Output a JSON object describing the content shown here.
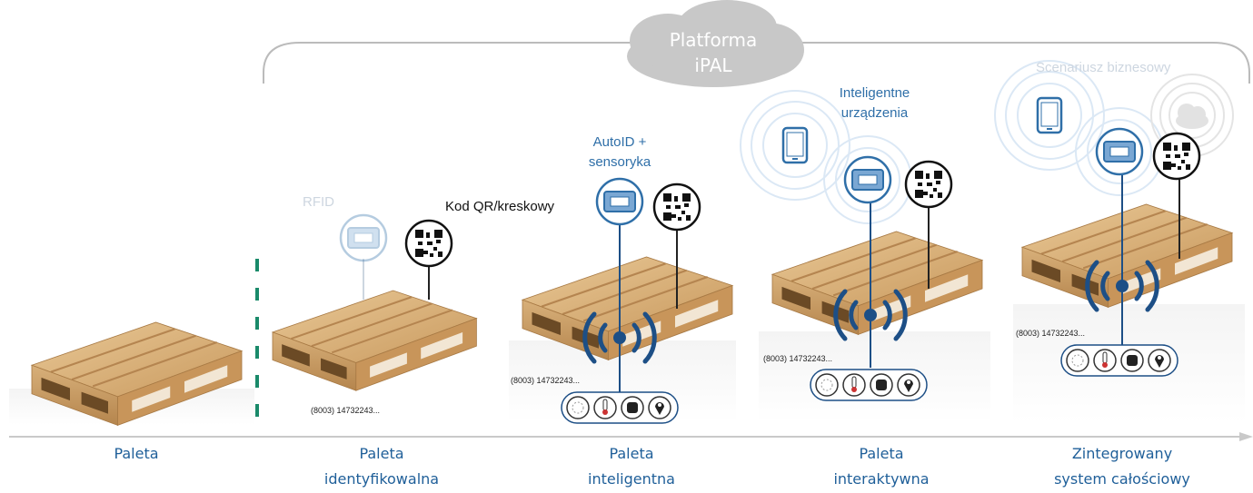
{
  "platform": {
    "line1": "Platforma",
    "line2": "iPAL"
  },
  "scenario_label": "Scenariusz biznesowy",
  "annotations": {
    "rfid": "RFID",
    "qr": "Kod QR/kreskowy",
    "autoid_line1": "AutoID +",
    "autoid_line2": "sensoryka",
    "devices_line1": "Inteligentne",
    "devices_line2": "urządzenia"
  },
  "codes": [
    "(8003) 14732243...",
    "(8003) 14732243...",
    "(8003) 14732243...",
    "(8003) 14732243..."
  ],
  "stages": [
    {
      "line1": "Paleta",
      "line2": ""
    },
    {
      "line1": "Paleta",
      "line2": "identyfikowalna"
    },
    {
      "line1": "Paleta",
      "line2": "inteligentna"
    },
    {
      "line1": "Paleta",
      "line2": "interaktywna"
    },
    {
      "line1": "Zintegrowany",
      "line2": "system całościowy"
    }
  ],
  "sensor_icons": [
    "vibration-icon",
    "thermometer-icon",
    "humidity-icon",
    "location-pin-icon"
  ],
  "colors": {
    "accent": "#1f5f99",
    "wave": "#1d4f86",
    "divider": "#1a8a6a",
    "wood": "#d9b27c",
    "cloud": "#c8c8c8"
  }
}
